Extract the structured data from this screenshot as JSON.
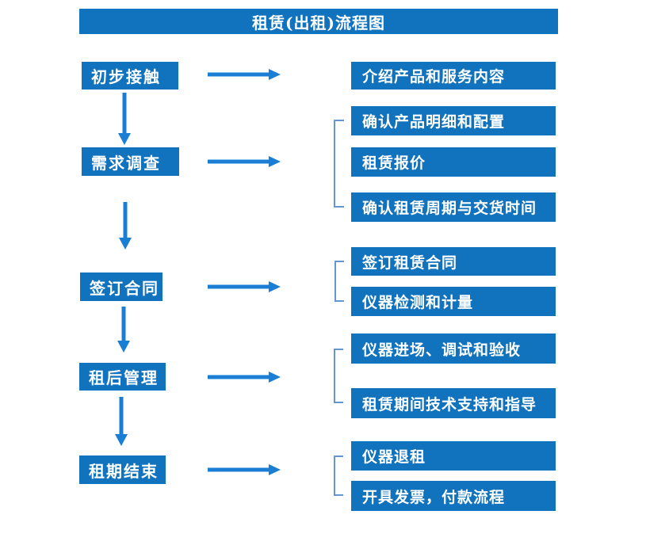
{
  "title": "租赁(出租)流程图",
  "colors": {
    "box": "#1173bd",
    "arrow": "#1a7fd4",
    "bracket": "#6496d2",
    "box_text": "#ffffff"
  },
  "steps": [
    {
      "label": "初步接触",
      "details": [
        "介绍产品和服务内容"
      ]
    },
    {
      "label": "需求调查",
      "details": [
        "确认产品明细和配置",
        "租赁报价",
        "确认租赁周期与交货时间"
      ]
    },
    {
      "label": "签订合同",
      "details": [
        "签订租赁合同",
        "仪器检测和计量"
      ]
    },
    {
      "label": "租后管理",
      "details": [
        "仪器进场、调试和验收",
        "租赁期间技术支持和指导"
      ]
    },
    {
      "label": "租期结束",
      "details": [
        "仪器退租",
        "开具发票，付款流程"
      ]
    }
  ]
}
